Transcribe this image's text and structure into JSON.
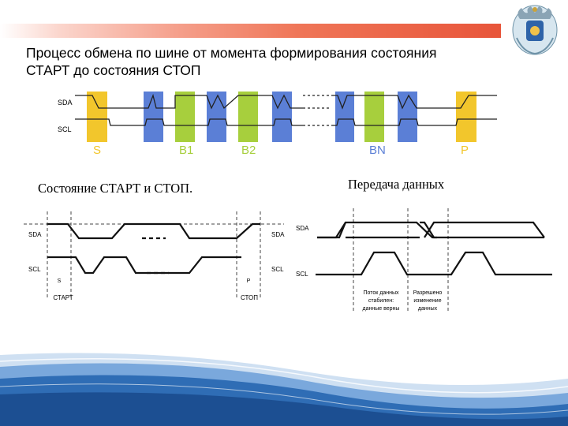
{
  "slide": {
    "title": "Процесс обмена по шине от момента формирования состояния СТАРТ до состояния СТОП",
    "caption_left": "Состояние СТАРТ и СТОП.",
    "caption_right": "Передача данных"
  },
  "top_diagram": {
    "sda_label": "SDA",
    "scl_label": "SCL",
    "bit_labels": [
      "S",
      "B1",
      "B2",
      "BN",
      "P"
    ],
    "colors": {
      "start_stop": "#f2c62c",
      "data_blue": "#5b7fd6",
      "data_green": "#a7cf3d"
    }
  },
  "left_diagram": {
    "sda_left": "SDA",
    "sda_right": "SDA",
    "scl_left": "SCL",
    "scl_right": "SCL",
    "start_letter": "S",
    "stop_letter": "P",
    "start_label": "СТАРТ",
    "stop_label": "СТОП"
  },
  "right_diagram": {
    "sda_label": "SDA",
    "scl_label": "SCL",
    "stable_note": [
      "Поток данных",
      "стабилен:",
      "данные верны"
    ],
    "change_note": [
      "Разрешено",
      "изменение",
      "данных"
    ]
  },
  "theme": {
    "accent": "#e8553a",
    "wave_blue": "#2f6db5"
  }
}
